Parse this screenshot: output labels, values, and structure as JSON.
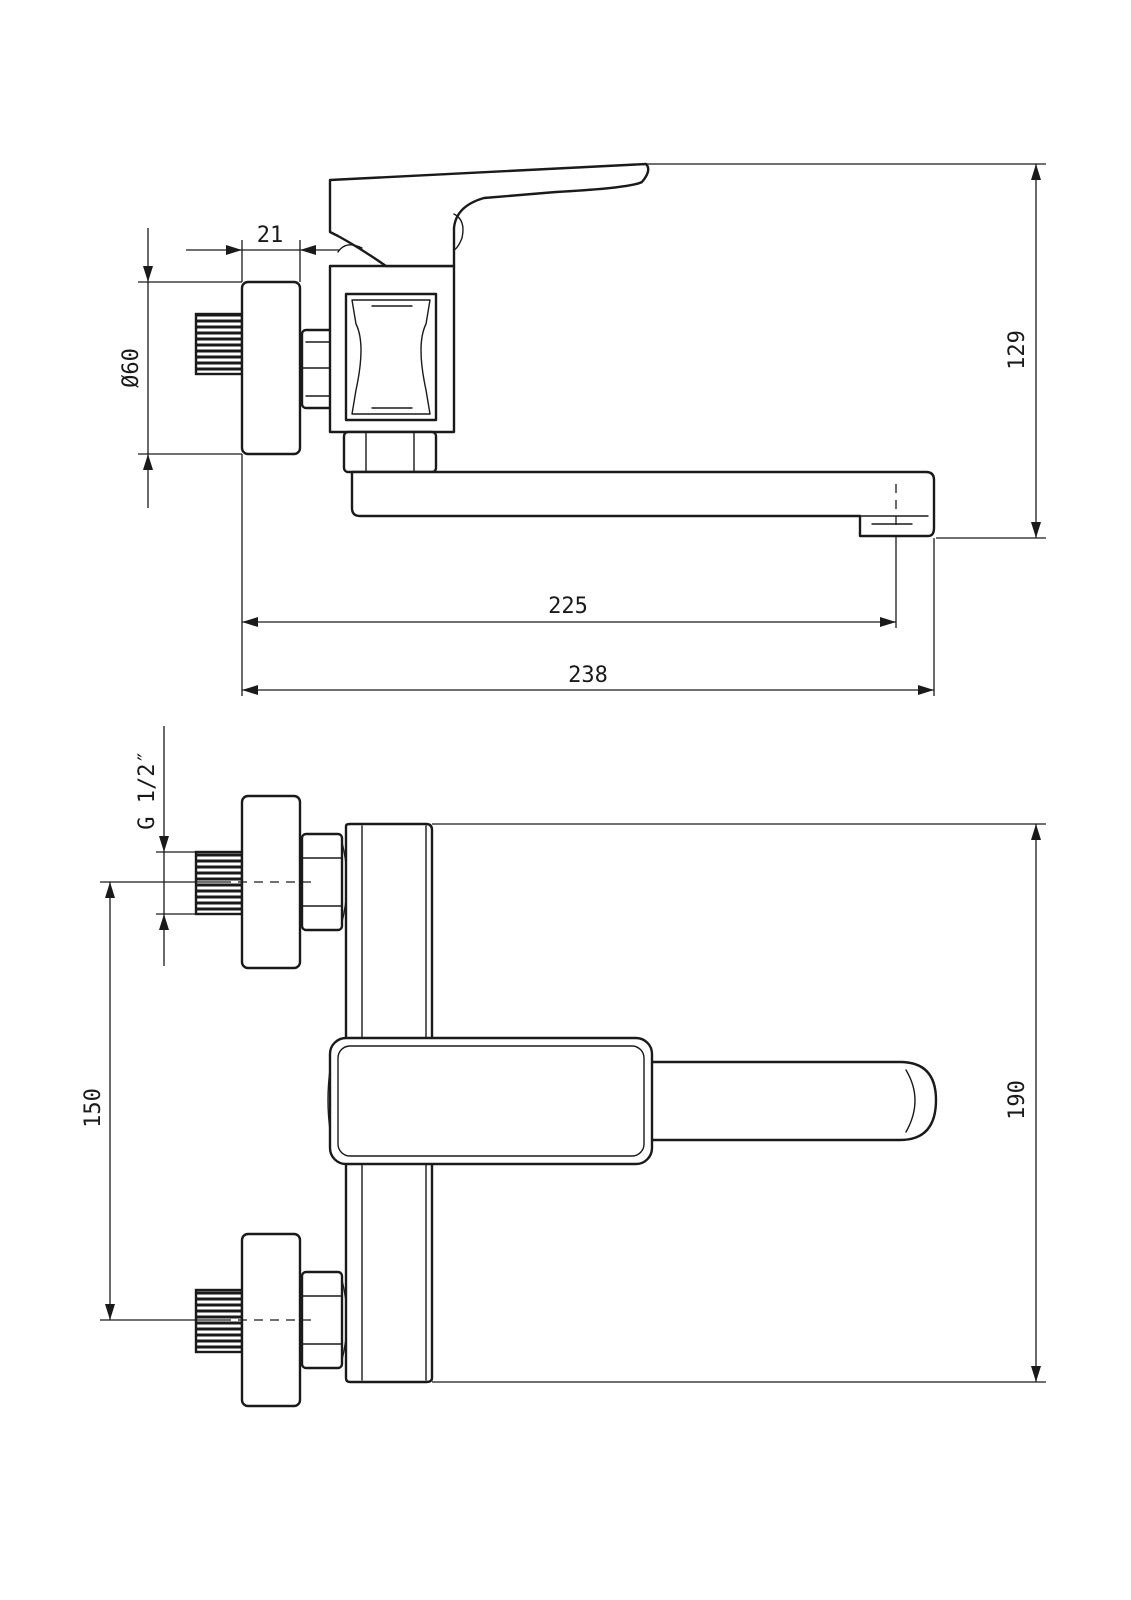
{
  "dimensions": {
    "outlet_offset": "21",
    "rosette_diameter": "Ø60",
    "overall_height": "129",
    "spout_reach": "225",
    "overall_length": "238",
    "thread_size": "G 1/2″",
    "inlet_spacing": "150",
    "overall_width": "190"
  }
}
